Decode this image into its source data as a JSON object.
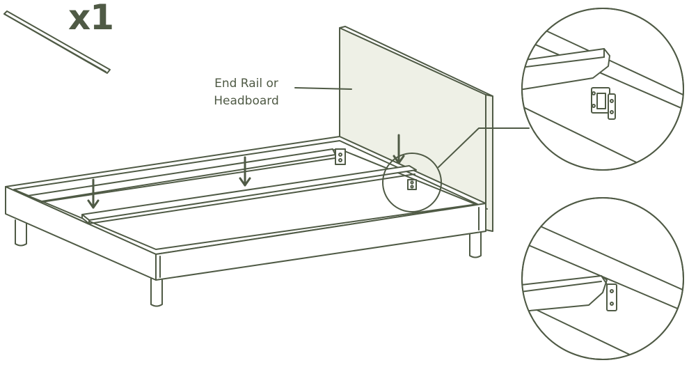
{
  "quantity": "x1",
  "callout": {
    "line1": "End Rail or",
    "line2": "Headboard"
  },
  "colors": {
    "stroke": "#4f5a45",
    "headboard_fill": "#eef0e6",
    "background": "#ffffff"
  }
}
